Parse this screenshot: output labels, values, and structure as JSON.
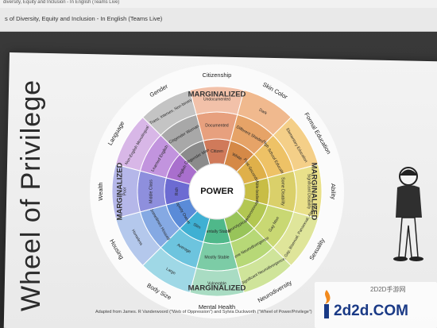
{
  "browser": {
    "tab_text": "diversity, Equity and Inclusion - In English (Teams Live)",
    "title_text": "s of Diversity, Equity and Inclusion - In English (Teams Live)"
  },
  "slide": {
    "title": "Wheel of Privilege",
    "center": "POWER",
    "credit": "Adapted from James. R Vanderwoord (\"Web of Oppression\") and Sylvia Duckworth (\"Wheel of Power/Privilege\")",
    "marginalized_labels": [
      "MARGINALIZED",
      "MARGINALIZED",
      "MARGINALIZED",
      "MARGINALIZED"
    ],
    "categories": [
      "Citizenship",
      "Skin Color",
      "Formal Education",
      "Ability",
      "Sexuality",
      "Neurodiversity",
      "Mental Health",
      "Body Size",
      "Housing",
      "Wealth",
      "Language",
      "Gender"
    ],
    "outer_ring": [
      "Undocumented",
      "Dark",
      "Elementary Education",
      "Significant Disability",
      "Lesbian, Gay, Bisexual, Pansexual, Asexual",
      "Significant Neurodivergence",
      "Vulnerable",
      "Large",
      "Homeless",
      "Poor",
      "Non-English Monolingual",
      "Trans, Intersex, Non-binary"
    ],
    "middle_ring": [
      "Documented",
      "Different Shades",
      "High School Education",
      "Some Disability",
      "Gay Men",
      "Some Neurodivergence",
      "Mostly Stable",
      "Average",
      "Sometimes Housed",
      "Middle Class",
      "Learned English",
      "Cisgender Woman"
    ],
    "inner_ring": [
      "Citizen",
      "White",
      "Post-Secondary",
      "Able-bodied",
      "Heterosexual",
      "Neurotypical",
      "Mentally Stable",
      "Slim",
      "Property Owner",
      "Rich",
      "English",
      "Cisgender Man"
    ]
  },
  "watermark": {
    "site": "2d2d.COM",
    "small": "2D2D手游网"
  },
  "colors": {
    "slice_outer": [
      "#f2c1a9",
      "#f0b98e",
      "#f4cf88",
      "#e9e08a",
      "#dfe59a",
      "#cfe49a",
      "#a9dcc3",
      "#9fd8e6",
      "#b4c8ec",
      "#b5b7e9",
      "#d8b7e7",
      "#c4c4c4"
    ],
    "slice_middle": [
      "#e7a07e",
      "#e6a367",
      "#eec266",
      "#dad06a",
      "#c9d873",
      "#b7d877",
      "#7ccca6",
      "#6dc4de",
      "#85a9e3",
      "#8e8fdd",
      "#c294de",
      "#a8a8a8"
    ],
    "slice_inner": [
      "#d07a5a",
      "#d58947",
      "#dfb04a",
      "#c8bd45",
      "#b3c752",
      "#98c45a",
      "#4fb88a",
      "#3fb0d3",
      "#5a8bd8",
      "#6c6bd2",
      "#a96fcd",
      "#8b8b8b"
    ]
  }
}
